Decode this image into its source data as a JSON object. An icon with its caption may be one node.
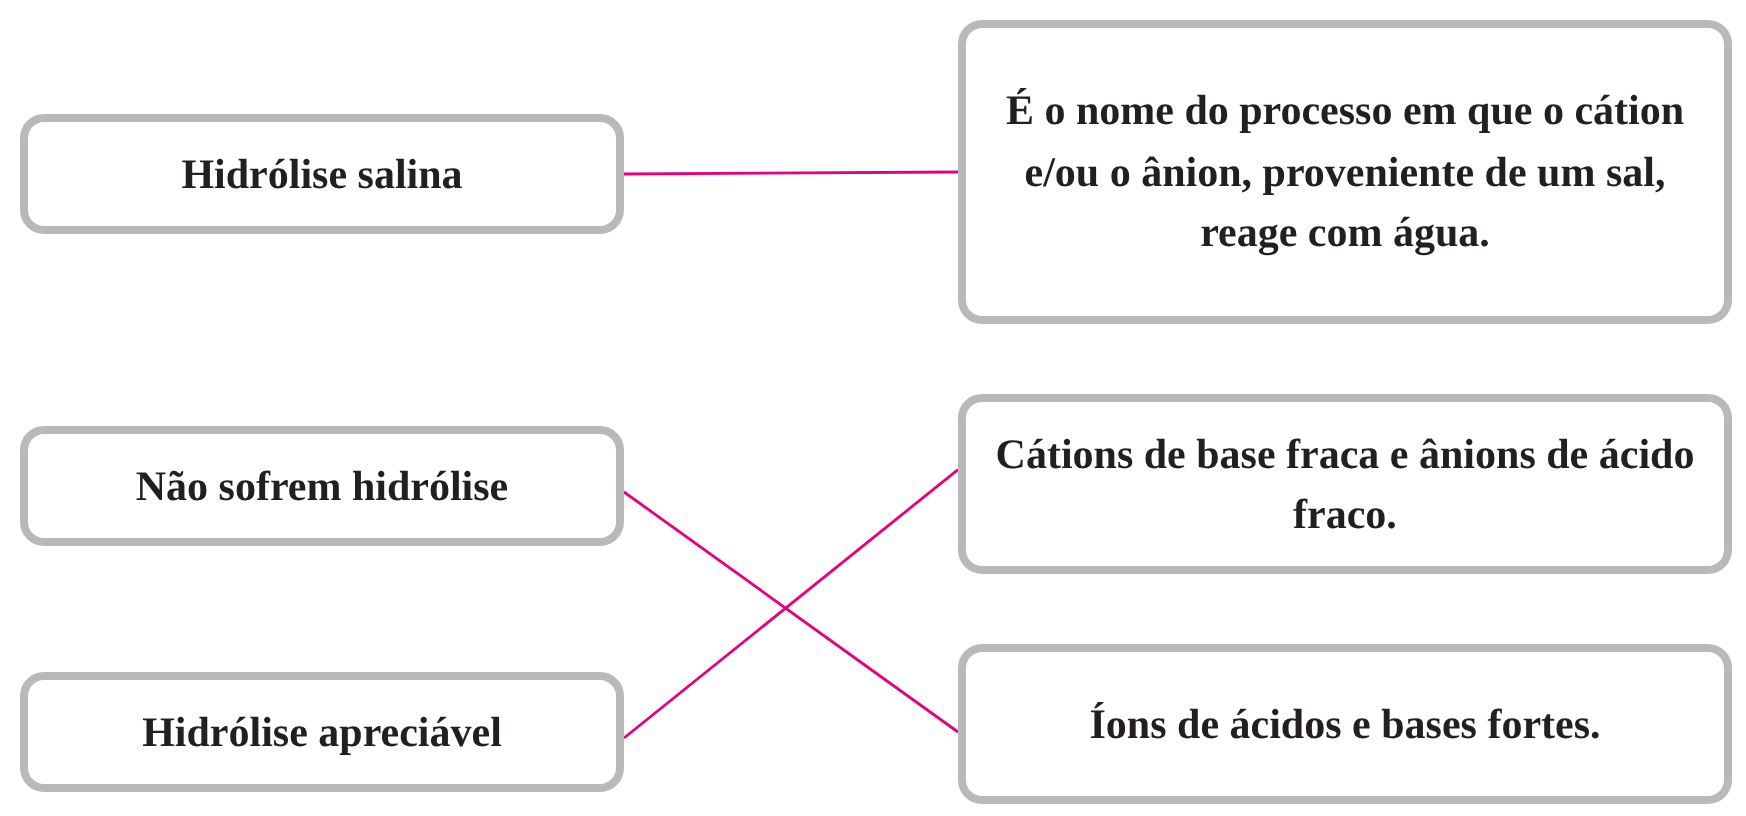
{
  "diagram": {
    "nodes": [
      {
        "text": [
          "Hidrólise salina"
        ]
      },
      {
        "text": [
          "É o nome do processo em que o cátion e/ou o ânion, proveniente de um sal, reage com água."
        ]
      },
      {
        "text": [
          "Não sofrem hidrólise"
        ]
      },
      {
        "text": [
          "Cátions de base fraca e ânions de ácido fraco."
        ]
      },
      {
        "text": [
          "Hidrólise apreciável"
        ]
      },
      {
        "text": [
          "Íons de ácidos e bases fortes."
        ]
      }
    ],
    "edges": [
      {
        "from": 0,
        "to": 1,
        "arrow": "none",
        "color": "#e6007e"
      },
      {
        "from": 2,
        "to": 5,
        "arrow": "none",
        "color": "#e6007e"
      },
      {
        "from": 4,
        "to": 3,
        "arrow": "none",
        "color": "#e6007e"
      }
    ]
  }
}
